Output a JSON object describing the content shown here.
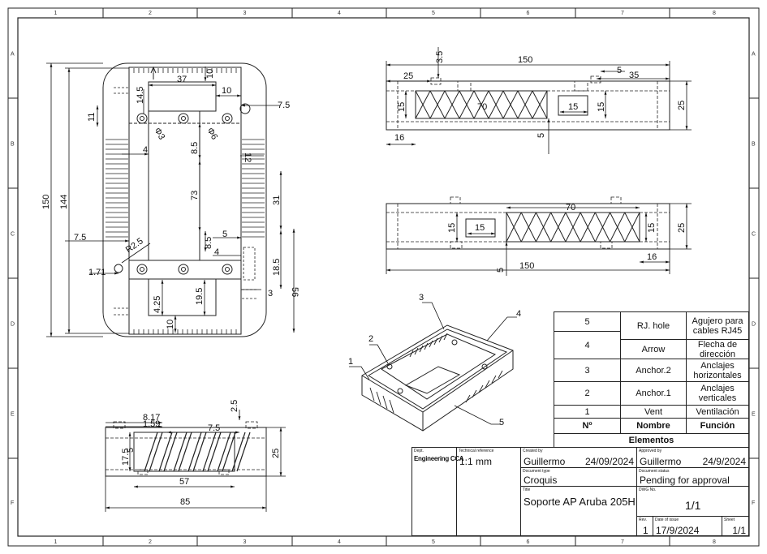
{
  "border": {
    "columns": [
      "1",
      "2",
      "3",
      "4",
      "5",
      "6",
      "7",
      "8"
    ],
    "rows": [
      "A",
      "B",
      "C",
      "D",
      "E",
      "F"
    ]
  },
  "dims": {
    "top_view": {
      "d150": "150",
      "d144": "144",
      "d37": "37",
      "d10a": "10",
      "d10b": "10",
      "d14_5": "14.5",
      "d7_5a": "7.5",
      "d11": "11",
      "phi3": "Φ3",
      "phi6": "Φ6",
      "d8_5a": "8.5",
      "d4a": "4",
      "d12": "12",
      "d73": "73",
      "d31": "31",
      "d7_5b": "7.5",
      "r2_5": "R2.5",
      "d8_5b": "8.5",
      "d5": "5",
      "d4b": "4",
      "d1_71": "1.71",
      "d18_5": "18.5",
      "d56": "56",
      "d3": "3",
      "d4_25": "4.25",
      "d19_5": "19.5",
      "d10c": "10"
    },
    "front_view": {
      "d3_5": "3.5",
      "d150": "150",
      "d25a": "25",
      "d5a": "5",
      "d35": "35",
      "d15a": "15",
      "d70": "70",
      "d15b": "15",
      "d15c": "15",
      "d25b": "25",
      "d16": "16",
      "d5b": "5"
    },
    "back_view": {
      "d70": "70",
      "d15a": "15",
      "d15b": "15",
      "d15c": "15",
      "d25": "25",
      "d16": "16",
      "d5": "5",
      "d150": "150"
    },
    "side_view": {
      "d8_17": "8.17",
      "d1_59": "1.59",
      "d2_5": "2.5",
      "d7_5": "7.5",
      "d5": "5",
      "d17_5": "17.5",
      "d25": "25",
      "d57": "57",
      "d85": "85"
    }
  },
  "callouts": [
    "1",
    "2",
    "3",
    "4",
    "5"
  ],
  "elements_table": {
    "title": "Elementos",
    "headers": [
      "Nº",
      "Nombre",
      "Función"
    ],
    "rows": [
      {
        "n": "5",
        "name": "RJ. hole",
        "func": "Agujero para cables RJ45"
      },
      {
        "n": "4",
        "name": "Arrow",
        "func": "Flecha de dirección"
      },
      {
        "n": "3",
        "name": "Anchor.2",
        "func": "Anclajes horizontales"
      },
      {
        "n": "2",
        "name": "Anchor.1",
        "func": "Anclajes verticales"
      },
      {
        "n": "1",
        "name": "Vent",
        "func": "Ventilación"
      }
    ]
  },
  "title_block": {
    "dept_label": "Dept.",
    "dept": "Engineering CCA",
    "techref_label": "Technical reference",
    "techref": "1:1 mm",
    "created_label": "Created by",
    "created_by": "Guillermo",
    "created_date": "24/09/2024",
    "approved_label": "Approved by",
    "approved_by": "Guillermo",
    "approved_date": "24/9/2024",
    "doctype_label": "Document type",
    "doctype": "Croquis",
    "status_label": "Document status",
    "status": "Pending for approval",
    "title_label": "Title",
    "title": "Soporte AP Aruba 205H",
    "dwg_label": "DWG No.",
    "dwg": "1/1",
    "rev_label": "Rev.",
    "rev": "1",
    "issue_label": "Date of issue",
    "issue": "17/9/2024",
    "sheet_label": "Sheet",
    "sheet": "1/1"
  }
}
